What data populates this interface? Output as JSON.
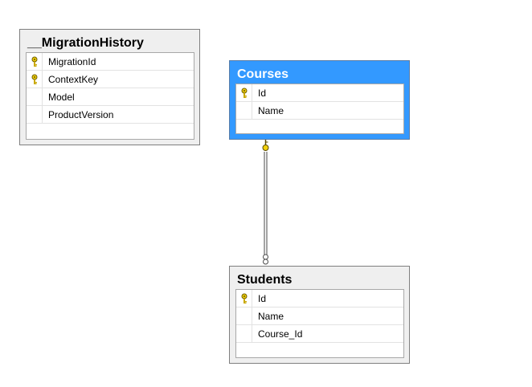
{
  "tables": {
    "migration_history": {
      "name": "__MigrationHistory",
      "columns": [
        {
          "label": "MigrationId",
          "key": true
        },
        {
          "label": "ContextKey",
          "key": true
        },
        {
          "label": "Model",
          "key": false
        },
        {
          "label": "ProductVersion",
          "key": false
        }
      ]
    },
    "courses": {
      "name": "Courses",
      "selected": true,
      "columns": [
        {
          "label": "Id",
          "key": true
        },
        {
          "label": "Name",
          "key": false
        }
      ]
    },
    "students": {
      "name": "Students",
      "columns": [
        {
          "label": "Id",
          "key": true
        },
        {
          "label": "Name",
          "key": false
        },
        {
          "label": "Course_Id",
          "key": false
        }
      ]
    }
  },
  "relationships": [
    {
      "from": "courses",
      "to": "students",
      "from_end": "one (key)",
      "to_end": "many (infinity)"
    }
  ],
  "icons": {
    "primary_key": "key-icon"
  },
  "colors": {
    "selected_header": "#3399ff",
    "table_background": "#efefef",
    "key_icon": "#f2d10a"
  }
}
